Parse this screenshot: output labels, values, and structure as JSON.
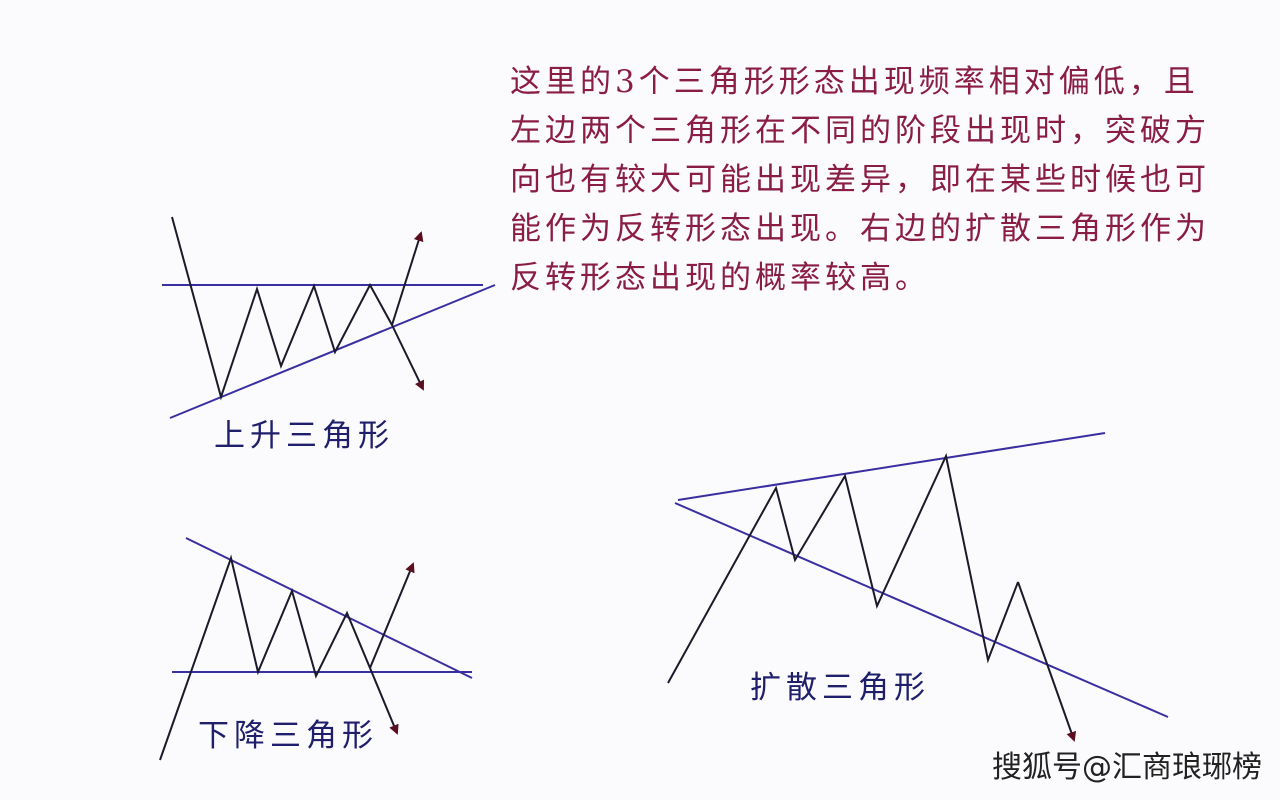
{
  "paragraph": {
    "lines": [
      "这里的3个三角形形态出现频率相对偏低，且",
      "左边两个三角形在不同的阶段出现时，突破方",
      "向也有较大可能出现差异，即在某些时候也可",
      "能作为反转形态出现。右边的扩散三角形作为",
      "反转形态出现的概率较高。"
    ]
  },
  "diagrams": {
    "ascending": {
      "label": "上升三角形"
    },
    "descending": {
      "label": "下降三角形"
    },
    "expanding": {
      "label": "扩散三角形"
    }
  },
  "colors": {
    "text": "#8a1d44",
    "label": "#1f1f6b",
    "trendline": "#3a2fa0",
    "price": "#1a1a2a",
    "arrow": "#5a0f20"
  },
  "watermark": "搜狐号@汇商琅琊榜"
}
